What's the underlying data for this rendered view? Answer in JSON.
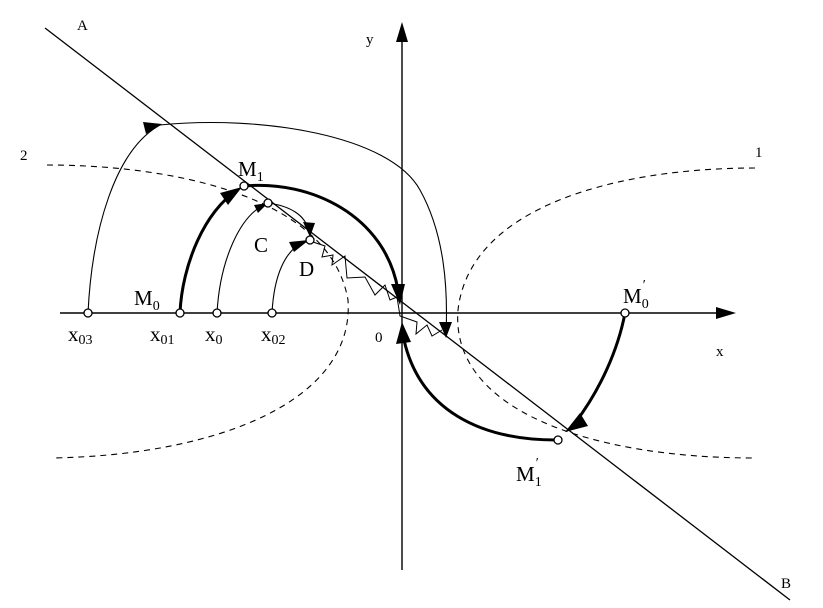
{
  "labels": {
    "A": "A",
    "B": "B",
    "y": "y",
    "x": "x",
    "origin": "0",
    "curve1": "1",
    "curve2": "2",
    "M1": {
      "base": "M",
      "sub": "1"
    },
    "C": "C",
    "D": "D",
    "M0": {
      "base": "M",
      "sub": "0"
    },
    "M0p": {
      "base": "M",
      "sub": "0",
      "prime": "′"
    },
    "M1p": {
      "base": "M",
      "sub": "1",
      "prime": "′"
    },
    "x03": {
      "base": "x",
      "sub": "03"
    },
    "x01": {
      "base": "x",
      "sub": "01"
    },
    "x0": {
      "base": "x",
      "sub": "0"
    },
    "x02": {
      "base": "x",
      "sub": "02"
    }
  }
}
